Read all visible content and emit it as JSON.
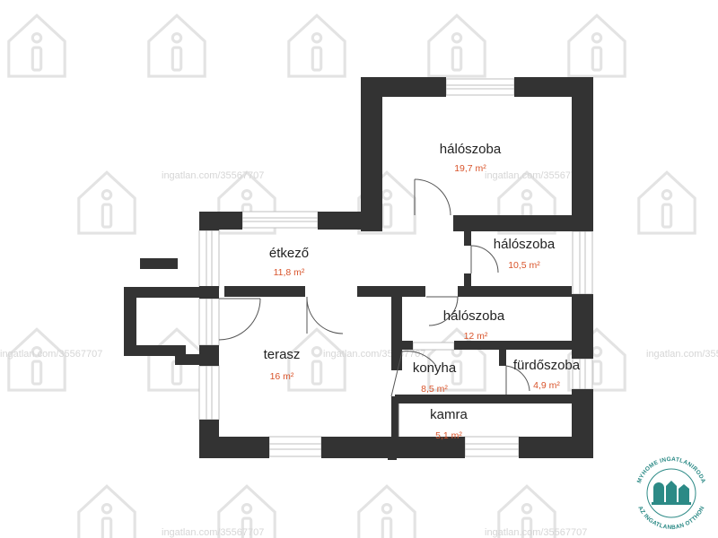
{
  "colors": {
    "wall": "#333333",
    "area_text": "#d9542b",
    "window_frame": "#bfbfbf",
    "logo_teal": "#2c8a86",
    "watermark": "#e3e3e3"
  },
  "watermark": {
    "text": "ingatlan.com/35567707",
    "icon": "house-info-icon"
  },
  "rooms": [
    {
      "id": "halo-1",
      "name": "hálószoba",
      "area": "19,7 m²"
    },
    {
      "id": "etkezo",
      "name": "étkező",
      "area": "11,8 m²"
    },
    {
      "id": "halo-2",
      "name": "hálószoba",
      "area": "10,5 m²"
    },
    {
      "id": "halo-3",
      "name": "hálószoba",
      "area": "12 m²"
    },
    {
      "id": "terasz",
      "name": "terasz",
      "area": "16 m²"
    },
    {
      "id": "konyha",
      "name": "konyha",
      "area": "8,5 m²"
    },
    {
      "id": "furdo",
      "name": "fürdőszoba",
      "area": "4,9 m²"
    },
    {
      "id": "kamra",
      "name": "kamra",
      "area": "5,1 m²"
    }
  ],
  "logo": {
    "top_text": "MYHOME INGATLANIRODA",
    "bottom_text": "AZ INGATLANBAN OTTHON",
    "icon": "houses-logo-icon"
  }
}
